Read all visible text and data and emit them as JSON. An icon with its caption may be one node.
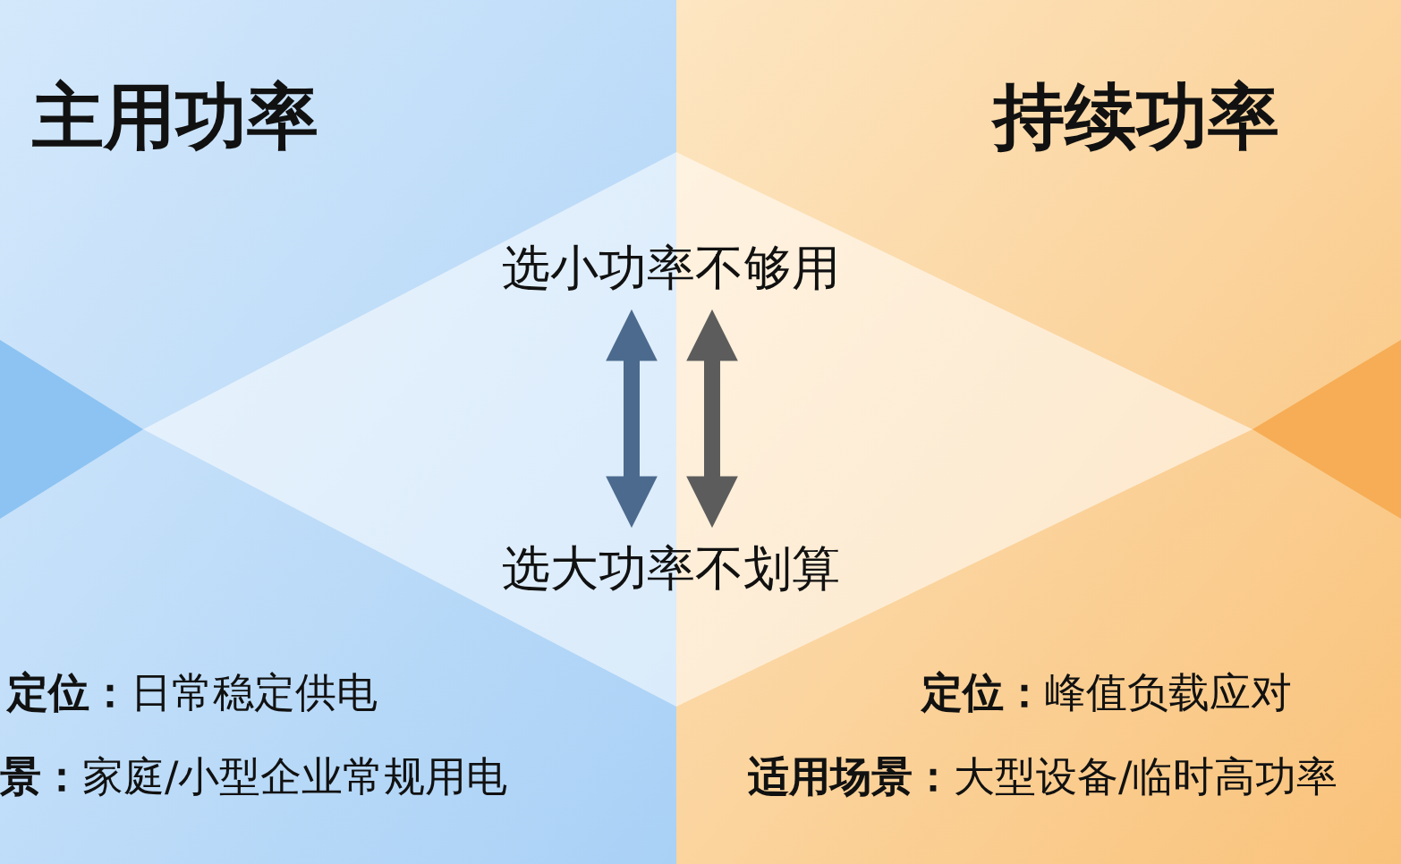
{
  "diagram": {
    "nodes": [
      {
        "text": [
          "主用功率",
          "**定位：**日常稳定供电",
          "**景：**家庭/小型企业常规用电"
        ]
      },
      {
        "text": [
          "持续功率",
          "**定位：**峰值负载应对",
          "**适用场景：**大型设备/临时高功率"
        ]
      },
      {
        "text": [
          "选小功率不够用"
        ]
      },
      {
        "text": [
          "选大功率不划算"
        ]
      },
      {
        "text": [],
        "shape": "triangle"
      },
      {
        "text": [],
        "shape": "triangle"
      }
    ],
    "edges": [
      {
        "from": 2,
        "to": 3,
        "arrow": "both",
        "color": "#4b6a8e"
      },
      {
        "from": 2,
        "to": 3,
        "arrow": "both",
        "color": "#5c5c5c"
      }
    ]
  }
}
